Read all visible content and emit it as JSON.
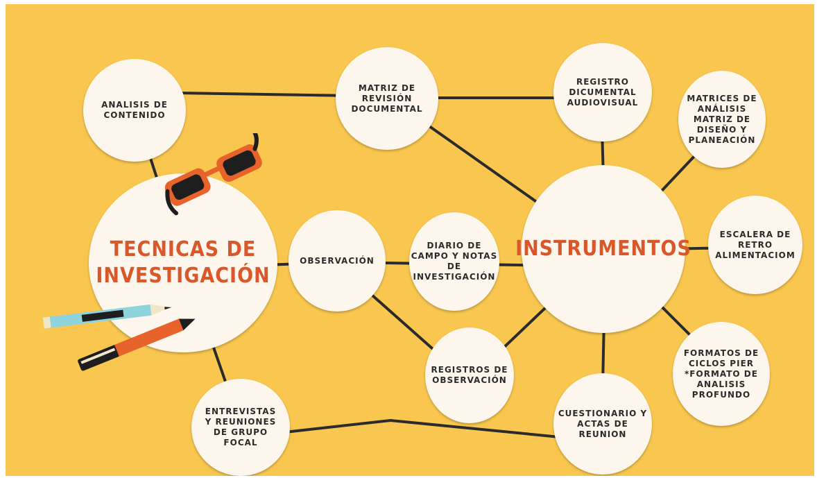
{
  "colors": {
    "background": "#f9c74f",
    "node_fill": "#fcf6ec",
    "accent_text": "#d9582b",
    "line": "#2b2b2b"
  },
  "nodes": {
    "tecnicas": "TECNICAS DE\nINVESTIGACIÓN",
    "instrumentos": "INSTRUMENTOS",
    "analisis": "ANALISIS DE\nCONTENIDO",
    "matriz_revision": "MATRIZ DE\nREVISIÓN\nDOCUMENTAL",
    "registro_documental": "REGISTRO\nDICUMENTAL\nAUDIOVISUAL",
    "matrices_analisis": "MATRICES DE\nANÁLISIS\nMATRIZ DE\nDISEÑO Y\nPLANEACIÓN",
    "escalera": "ESCALERA DE\nRETRO\nALIMENTACIOM",
    "observacion": "OBSERVACIÓN",
    "diario": "DIARIO DE\nCAMPO Y NOTAS\nDE\nINVESTIGACIÓN",
    "registros_obs": "REGISTROS DE\nOBSERVACIÓN",
    "formatos": "FORMATOS DE\nCICLOS PIER\n*FORMATO DE\nANALISIS\nPROFUNDO",
    "cuestionario": "CUESTIONARIO Y\nACTAS DE\nREUNION",
    "entrevistas": "ENTREVISTAS\nY REUNIONES\nDE GRUPO\nFOCAL"
  },
  "decorations": [
    "glasses-icon",
    "blue-pencil-icon",
    "orange-pen-icon"
  ]
}
